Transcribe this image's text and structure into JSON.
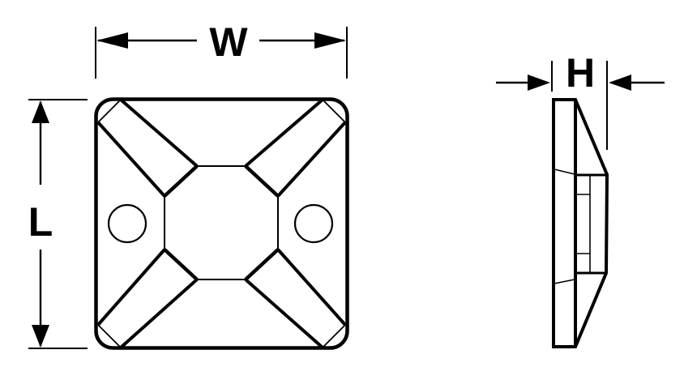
{
  "figure": {
    "kind": "technical-drawing",
    "subject": "cable-tie adhesive mounting base",
    "colors": {
      "line": "#000000",
      "background": "#ffffff"
    },
    "views": {
      "top": {
        "name": "top view",
        "width_dimension_label": "W",
        "length_dimension_label": "L",
        "hole_count": 2
      },
      "side": {
        "name": "side profile view",
        "height_dimension_label": "H"
      }
    }
  }
}
